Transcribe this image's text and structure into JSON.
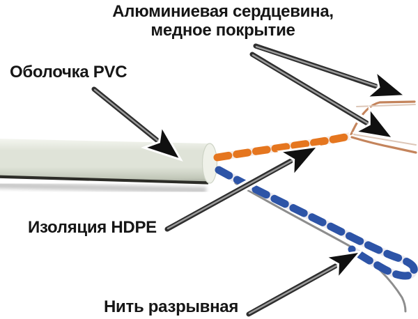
{
  "diagram": {
    "title": {
      "line1": "Алюминиевая сердцевина,",
      "line2": "медное покрытие"
    },
    "labels": {
      "pvc_sheath": "Оболочка PVC",
      "hdpe_insulation": "Изоляция HDPE",
      "rip_cord": "Нить разрывная"
    },
    "colors": {
      "background": "#ffffff",
      "label_text": "#161616",
      "jacket_top": "#f7f8f3",
      "jacket_mid": "#dfe3d8",
      "jacket_low": "#c3c9ba",
      "jacket_deep": "#8f948a",
      "jacket_edge": "#2c2c27",
      "wire_orange": "#e5761f",
      "wire_orange_pair_white": "#f4e9e3",
      "wire_blue": "#2d54a7",
      "wire_blue_pair_white": "#eae9f0",
      "bare_conductor_copper": "#c4845c",
      "bare_conductor_pale": "#ddc7b8",
      "rip_cord_thread": "#8d8d8d",
      "arrow_core": "#2f2f2f",
      "arrow_head": "#101010",
      "arrow_sheen": "#a8a8a8",
      "arrow_outline": "#ffffff"
    }
  }
}
